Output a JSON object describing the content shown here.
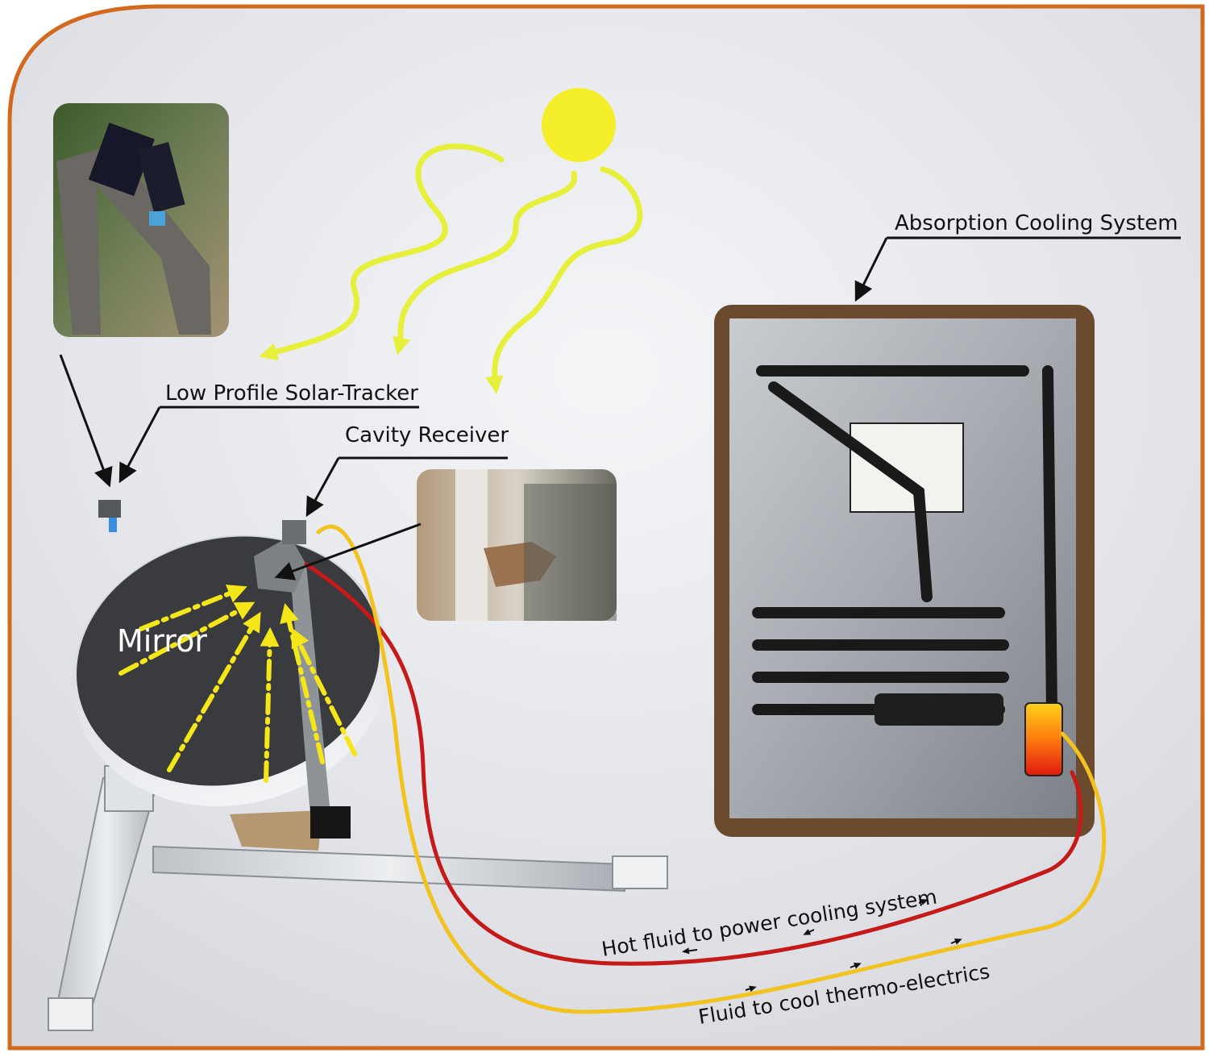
{
  "labels": {
    "tracker": "Low Profile Solar-Tracker",
    "receiver": "Cavity Receiver",
    "absorption": "Absorption Cooling System",
    "mirror": "Mirror",
    "hot_fluid": "Hot fluid to power cooling system",
    "cool_fluid": "Fluid to cool thermo-electrics"
  },
  "colors": {
    "frame": "#d2691e",
    "sun": "#f5ee2a",
    "sun_rays": "#e6f03a",
    "dish": "#3a3b3f",
    "hot_line": "#c41a1a",
    "cool_line": "#f2c21e",
    "focus_arrows": "#f5e61a"
  },
  "icons": {
    "sun": "sun-icon",
    "solar_rays": "wavy-arrow-icon"
  }
}
